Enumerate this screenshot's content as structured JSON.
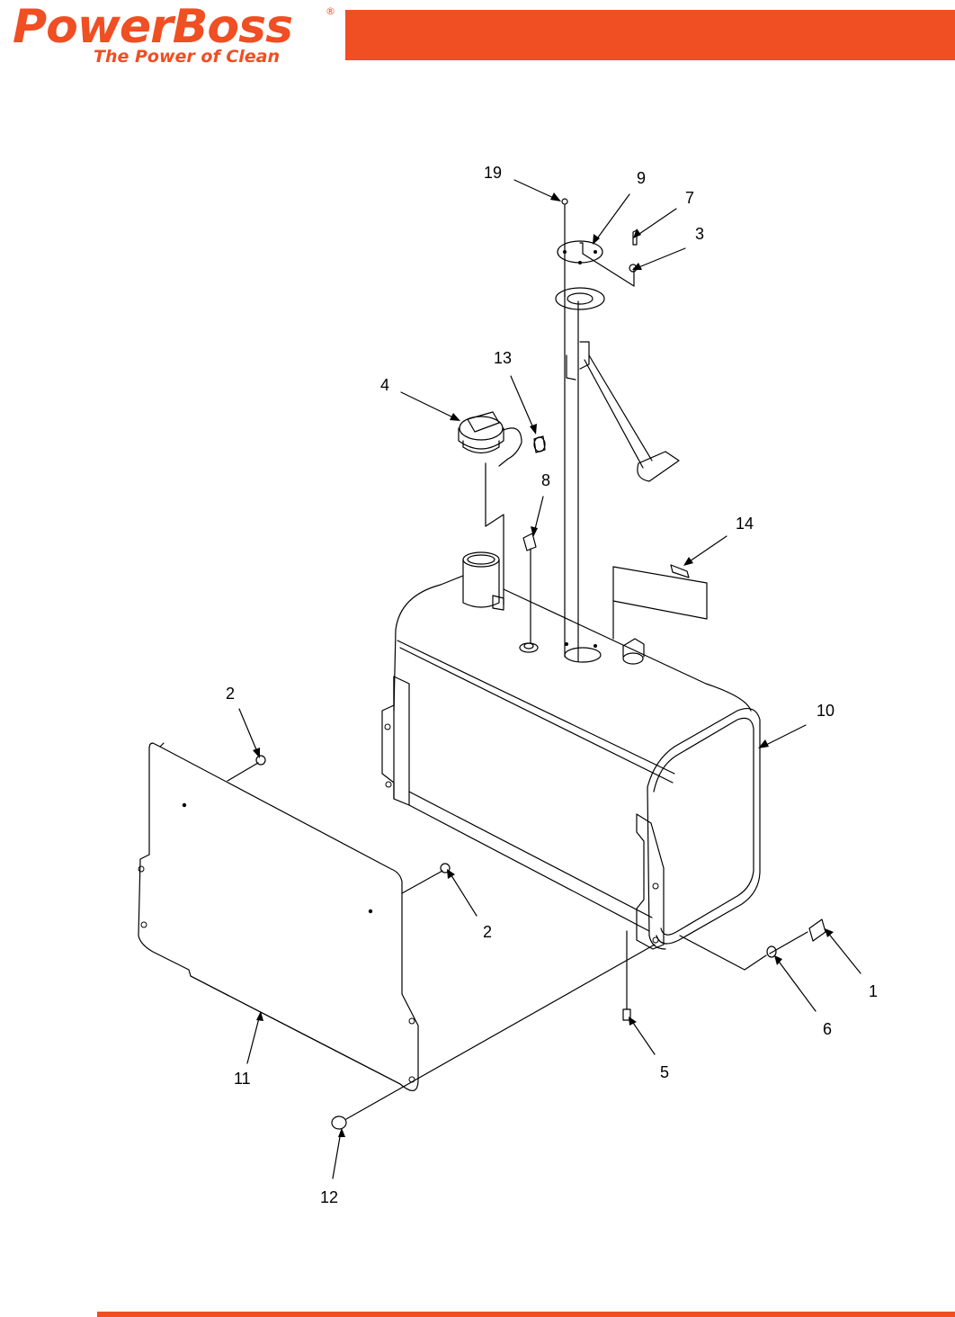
{
  "header": {
    "brand": "PowerBoss",
    "registered_mark": "®",
    "tagline": "The Power of Clean"
  },
  "colors": {
    "brand_orange": "#F04E23",
    "line": "#000000",
    "background": "#FFFFFF"
  },
  "diagram": {
    "callouts": [
      "19",
      "9",
      "7",
      "3",
      "13",
      "4",
      "8",
      "14",
      "2",
      "10",
      "2",
      "1",
      "6",
      "5",
      "11",
      "12"
    ]
  }
}
